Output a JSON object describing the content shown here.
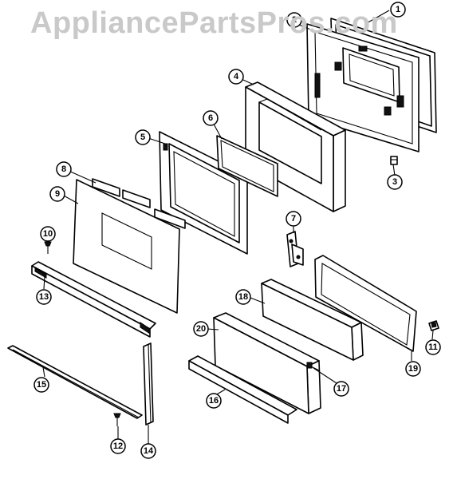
{
  "watermark": "AppliancePartsPros.com",
  "callouts": [
    "1",
    "2",
    "3",
    "4",
    "5",
    "6",
    "7",
    "8",
    "9",
    "10",
    "11",
    "12",
    "13",
    "14",
    "15",
    "16",
    "17",
    "18",
    "19",
    "20"
  ]
}
